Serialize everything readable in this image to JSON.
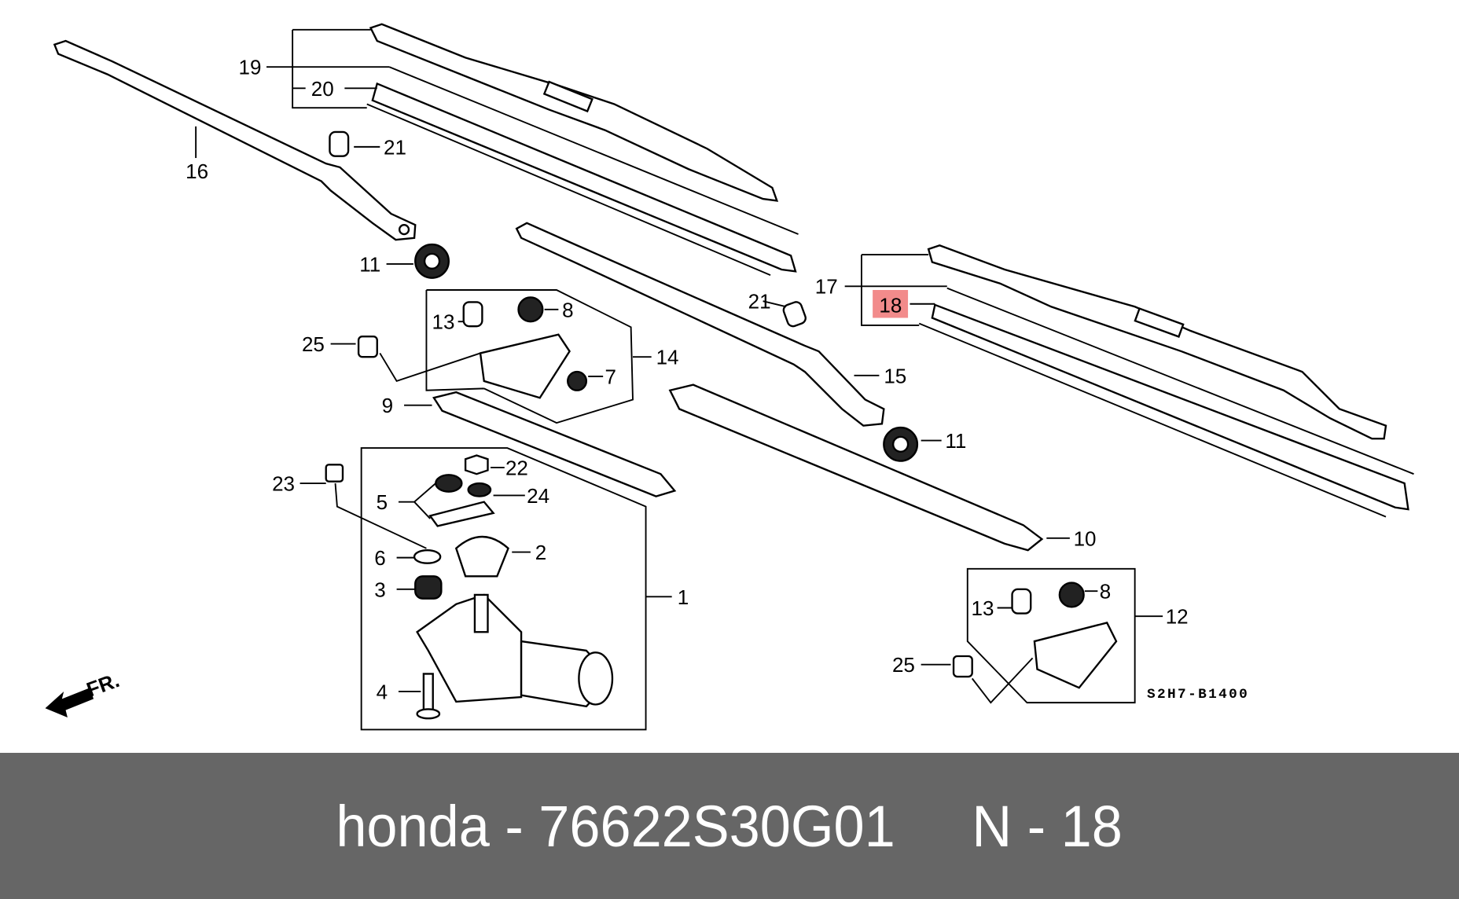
{
  "diagram": {
    "drawing_code": "S2H7-B1400",
    "front_label": "FR.",
    "highlight_color": "#f28b8b",
    "callouts": {
      "c19": "19",
      "c20": "20",
      "c21a": "21",
      "c16": "16",
      "c11a": "11",
      "c13a": "13",
      "c8a": "8",
      "c25a": "25",
      "c14": "14",
      "c7": "7",
      "c9": "9",
      "c21b": "21",
      "c15": "15",
      "c17": "17",
      "c18": "18",
      "c11b": "11",
      "c10": "10",
      "c23": "23",
      "c22": "22",
      "c24": "24",
      "c5": "5",
      "c2": "2",
      "c6": "6",
      "c3": "3",
      "c1": "1",
      "c4": "4",
      "c13b": "13",
      "c8b": "8",
      "c12": "12",
      "c25b": "25"
    }
  },
  "caption": {
    "text": "honda - 76622S30G01     N - 18"
  }
}
